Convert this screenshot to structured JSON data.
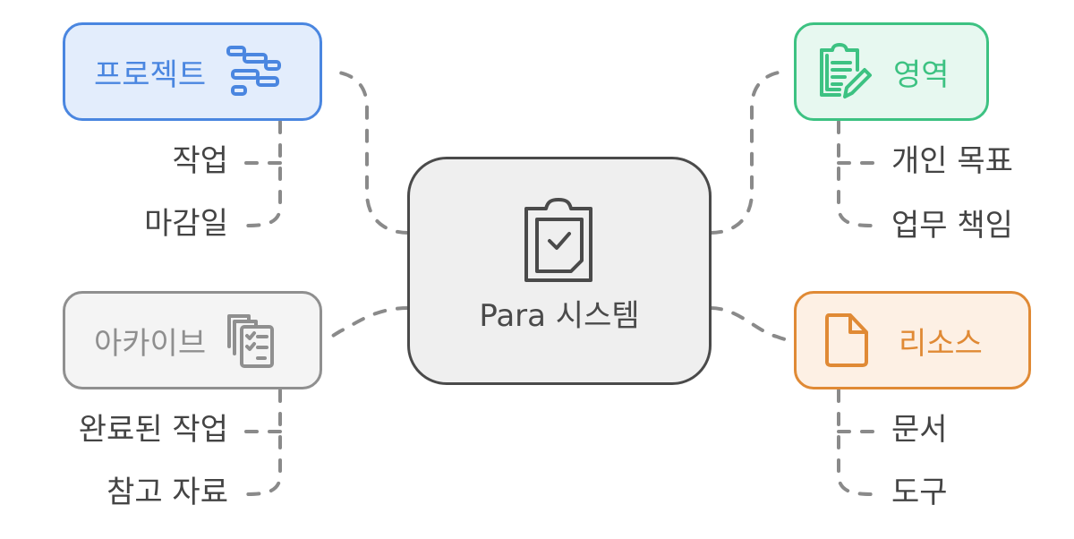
{
  "title": "Para 시스템",
  "center": {
    "label": "Para 시스템",
    "icon": "clipboard-check-icon",
    "fill": "#efefef",
    "border": "#4a4a4a",
    "text_color": "#4a4a4a"
  },
  "branches": {
    "projects": {
      "label": "프로젝트",
      "icon": "gantt-chart-icon",
      "fill": "#e3edfc",
      "border": "#4a86e0",
      "text_color": "#4a86e0",
      "children": [
        "작업",
        "마감일"
      ]
    },
    "areas": {
      "label": "영역",
      "icon": "clipboard-pencil-icon",
      "fill": "#e7f8f0",
      "border": "#3dc282",
      "text_color": "#3dc282",
      "children": [
        "개인 목표",
        "업무 책임"
      ]
    },
    "archive": {
      "label": "아카이브",
      "icon": "stacked-checklist-icon",
      "fill": "#f4f4f4",
      "border": "#8f8f8f",
      "text_color": "#8f8f8f",
      "children": [
        "완료된 작업",
        "참고 자료"
      ]
    },
    "resources": {
      "label": "리소스",
      "icon": "document-icon",
      "fill": "#fdf0e4",
      "border": "#e08a35",
      "text_color": "#e08a35",
      "children": [
        "문서",
        "도구"
      ]
    }
  },
  "connector_color": "#8a8a8a",
  "leaf_text_color": "#444444"
}
